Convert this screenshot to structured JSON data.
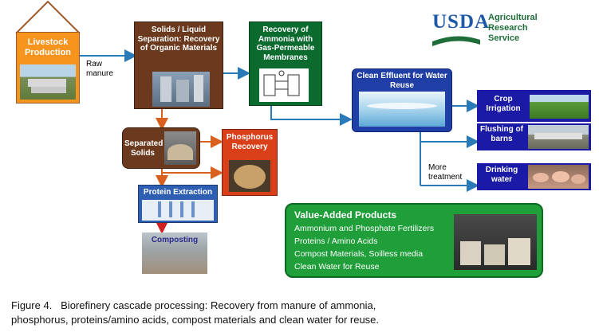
{
  "livestock": {
    "label": "Livestock Production"
  },
  "raw_manure": {
    "label": "Raw manure"
  },
  "separation": {
    "label": "Solids / Liquid Separation: Recovery of Organic Materials"
  },
  "ammonia": {
    "label": "Recovery of Ammonia with Gas-Permeable Membranes"
  },
  "usda": {
    "logo_text": "USDA",
    "agency_line1": "Agricultural",
    "agency_line2": "Research",
    "agency_line3": "Service"
  },
  "separated_solids": {
    "label": "Separated Solids"
  },
  "phosphorus": {
    "label": "Phosphorus Recovery"
  },
  "protein": {
    "label": "Protein Extraction"
  },
  "composting": {
    "label": "Composting"
  },
  "clean_effluent": {
    "label": "Clean Effluent for Water Reuse"
  },
  "outputs": {
    "crop": "Crop Irrigation",
    "flushing": "Flushing of barns",
    "drinking": "Drinking water",
    "more_treatment": "More treatment"
  },
  "value_added": {
    "title": "Value-Added Products",
    "items": [
      "Ammonium and Phosphate Fertilizers",
      "Proteins / Amino Acids",
      "Compost Materials, Soilless media",
      "Clean Water for Reuse"
    ]
  },
  "caption": {
    "line1": "Figure 4.   Biorefinery cascade processing: Recovery from manure of ammonia,",
    "line2": "phosphorus, proteins/amino acids, compost materials and clean water for reuse."
  },
  "colors": {
    "livestock": "#f7941d",
    "separation": "#6b3a1e",
    "ammonia": "#0b6b2e",
    "phosphorus": "#d9401a",
    "protein": "#2f5fb3",
    "effluent": "#1f3fa6",
    "output": "#1a1aa6",
    "value_added": "#1f9e3a",
    "usda_blue": "#1f5aa8",
    "arrow_blue": "#2a7ab8",
    "arrow_orange": "#d9601e"
  }
}
